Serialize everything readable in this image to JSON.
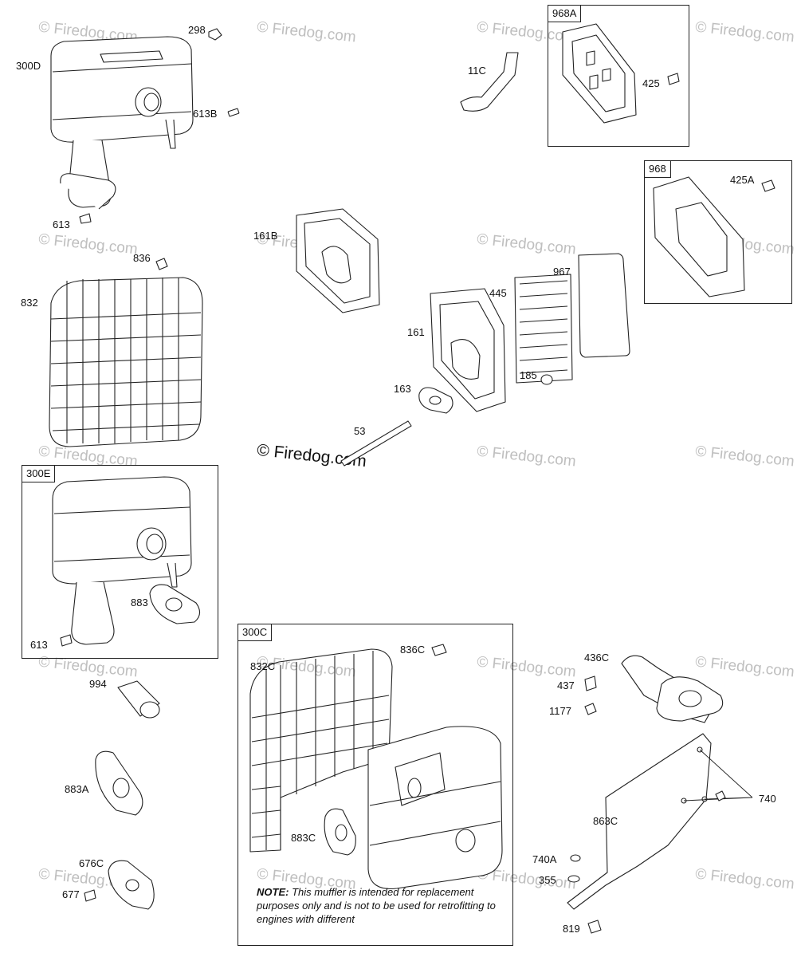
{
  "watermark": "© Firedog.com",
  "center_watermark": "© Firedog.com",
  "boxes": {
    "968A": "968A",
    "968": "968",
    "300E": "300E",
    "300C": "300C"
  },
  "labels": {
    "p298": "298",
    "p300D": "300D",
    "p613B": "613B",
    "p613": "613",
    "p836": "836",
    "p832": "832",
    "p11C": "11C",
    "p425": "425",
    "p425A": "425A",
    "p161B": "161B",
    "p967": "967",
    "p445": "445",
    "p161": "161",
    "p185": "185",
    "p163": "163",
    "p53": "53",
    "p613e": "613",
    "p883": "883",
    "p994": "994",
    "p883A": "883A",
    "p676C": "676C",
    "p677": "677",
    "p832C": "832C",
    "p836C": "836C",
    "p883C": "883C",
    "p436C": "436C",
    "p437": "437",
    "p1177": "1177",
    "p740": "740",
    "p863C": "863C",
    "p740A": "740A",
    "p355": "355",
    "p819": "819"
  },
  "note": {
    "prefix": "NOTE:",
    "text": "This muffler is intended for replacement purposes only and is not to be used for retrofitting to engines with different"
  }
}
